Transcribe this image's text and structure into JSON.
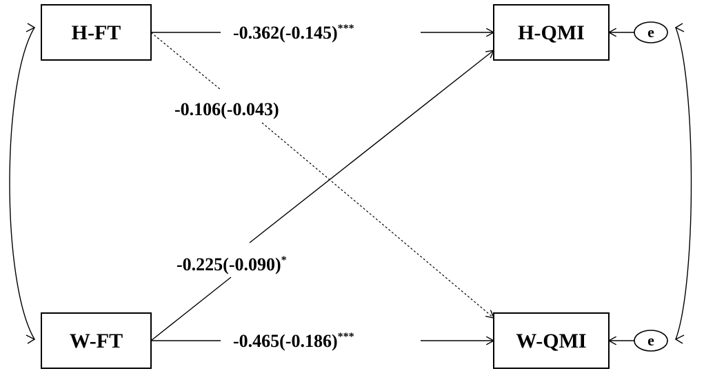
{
  "nodes": {
    "h_ft": "H-FT",
    "w_ft": "W-FT",
    "h_qmi": "H-QMI",
    "w_qmi": "W-QMI",
    "err_h": "e",
    "err_w": "e"
  },
  "paths": {
    "hft_hqmi": {
      "coef": "-0.362(-0.145)",
      "sig": "***"
    },
    "hft_wqmi": {
      "coef": "-0.106(-0.043)",
      "sig": ""
    },
    "wft_hqmi": {
      "coef": "-0.225(-0.090)",
      "sig": "*"
    },
    "wft_wqmi": {
      "coef": "-0.465(-0.186)",
      "sig": "***"
    }
  }
}
